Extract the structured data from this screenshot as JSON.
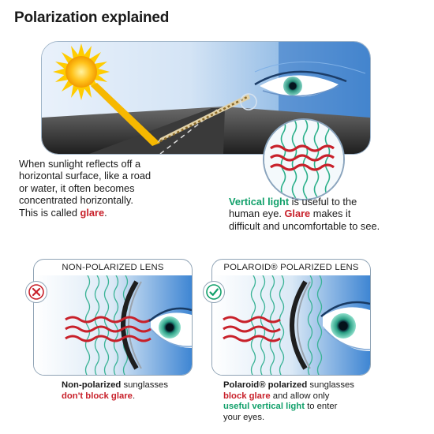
{
  "title": "Polarization explained",
  "intro": {
    "line1": "When sunlight reflects off a",
    "line2": "horizontal surface, like a road",
    "line3": "or water, it often becomes",
    "line4": "concentrated horizontally.",
    "line5_prefix": "This is called ",
    "line5_glare": "glare",
    "line5_suffix": "."
  },
  "vertical_note": {
    "vertical_light": "Vertical light",
    "part1": " is useful to the",
    "line2_prefix": "human eye. ",
    "glare": "Glare",
    "line2_suffix": " makes it",
    "line3": "difficult and uncomfortable to see."
  },
  "panels": {
    "left": {
      "heading": "NON-POLARIZED LENS",
      "badge_icon": "x-mark-icon",
      "caption_bold": "Non-polarized",
      "caption_rest": " sunglasses",
      "caption_red": "don't block glare",
      "caption_end": "."
    },
    "right": {
      "heading": "POLAROID® POLARIZED LENS",
      "badge_icon": "checkmark-icon",
      "caption_bold": "Polaroid® polarized",
      "caption_rest": " sunglasses",
      "caption_red": "block glare",
      "caption_mid": " and allow only",
      "caption_green": "useful vertical light",
      "caption_tail": " to enter",
      "caption_last": "your eyes."
    }
  },
  "colors": {
    "glare_red": "#c8202a",
    "vertical_green": "#11a06a",
    "sky_blue": "#4f8fd6",
    "sun_yellow": "#ffc21a"
  }
}
